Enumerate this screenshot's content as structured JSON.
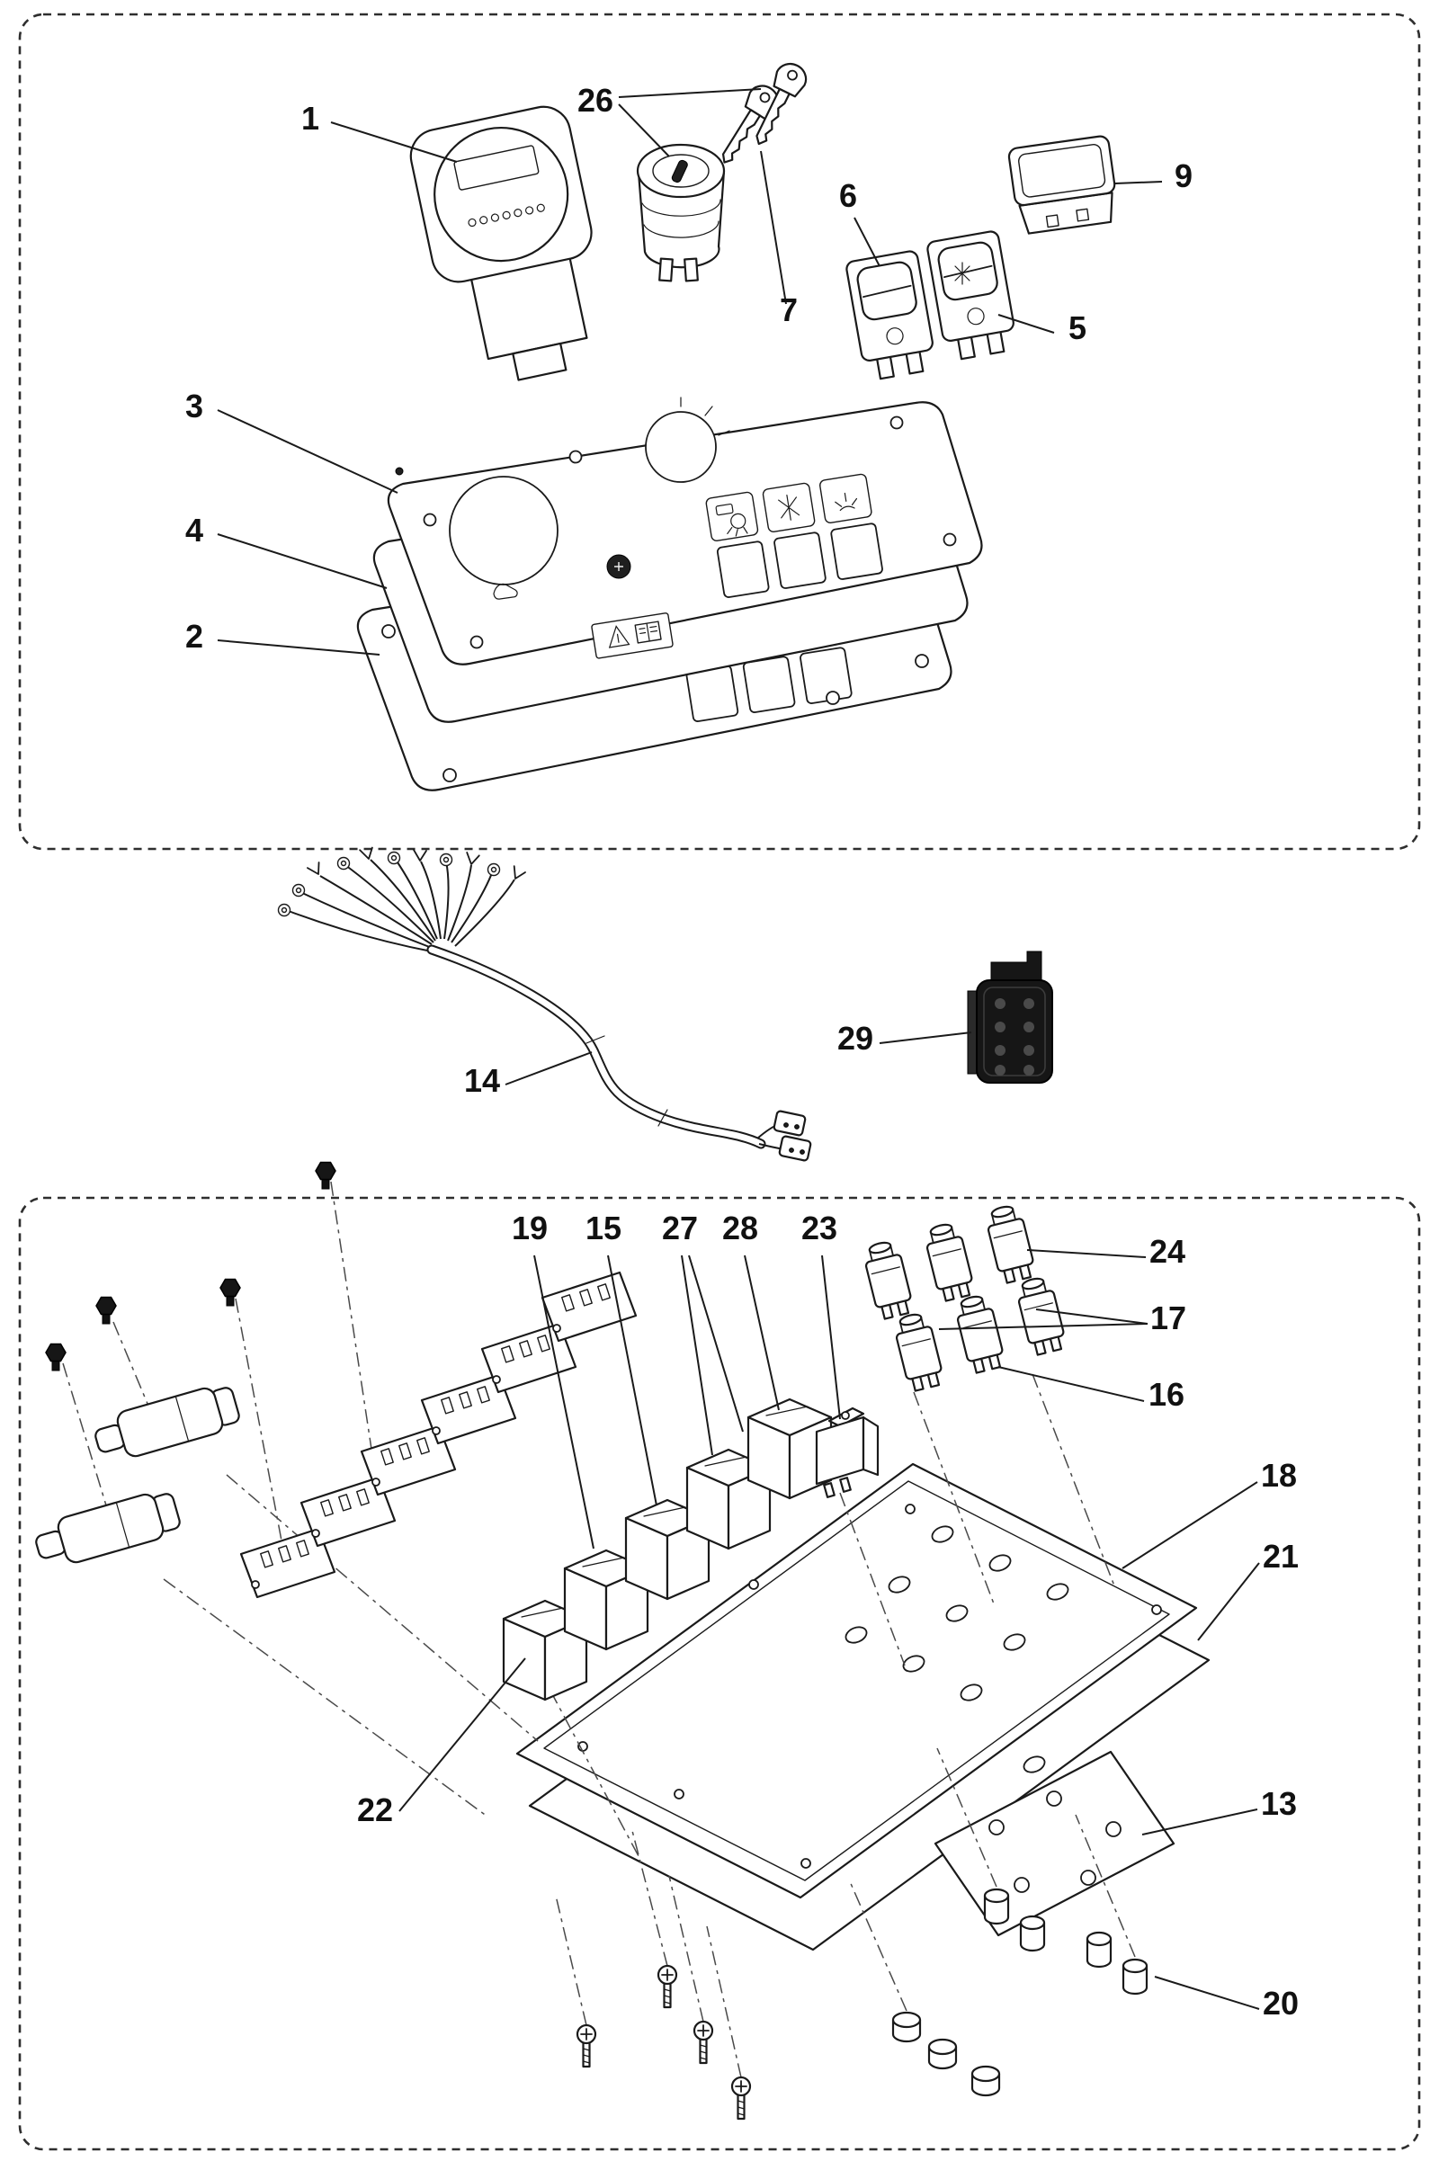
{
  "figure": {
    "type": "exploded-parts-diagram",
    "callouts": {
      "c1": "1",
      "c2": "2",
      "c3": "3",
      "c4": "4",
      "c5": "5",
      "c6": "6",
      "c7": "7",
      "c9": "9",
      "c13": "13",
      "c14": "14",
      "c15": "15",
      "c16": "16",
      "c17": "17",
      "c18": "18",
      "c19": "19",
      "c20": "20",
      "c21": "21",
      "c22": "22",
      "c23": "23",
      "c24": "24",
      "c26": "26",
      "c27": "27",
      "c28": "28",
      "c29": "29"
    },
    "colors": {
      "line": "#1a1a1a",
      "paper": "#ffffff",
      "connector_body": "#161616"
    },
    "panel_icons": [
      "hand",
      "warning-book",
      "side-brush",
      "fan",
      "water-spray",
      "key-positions"
    ]
  }
}
